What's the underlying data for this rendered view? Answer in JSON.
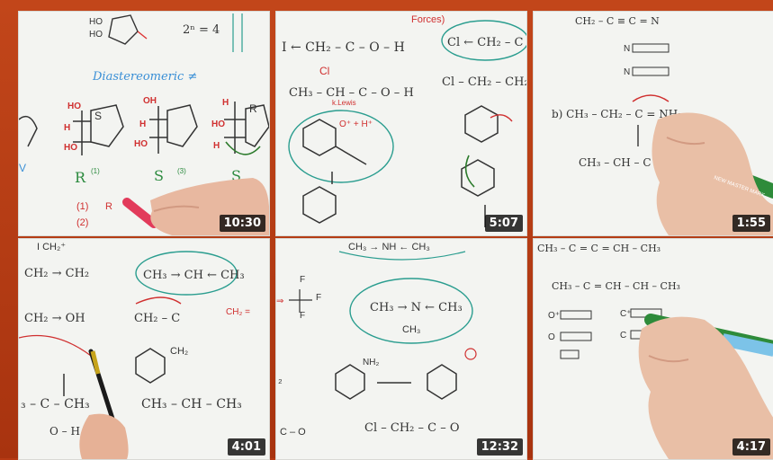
{
  "videos": [
    {
      "duration": "10:30",
      "texts": {
        "topleft": "HO",
        "topleft2": "HO",
        "eq": "2ⁿ = 4",
        "title": "Diastereomeric ≠",
        "r1": "R",
        "r1sup": "(1)",
        "s2": "S",
        "s2sup": "(3)",
        "s3": "S",
        "note1": "(1)",
        "note1b": "R",
        "note2": "(2)"
      }
    },
    {
      "duration": "5:07",
      "texts": {
        "top": "Forces)",
        "l1": "I ← CH₂ – C – O – H",
        "l2": "Cl ← CH₂ – C – O",
        "l3": "CH₃ – CH – C – O – H",
        "l3b": "Cl",
        "l4": "Cl – CH₂ – CH₂",
        "small": "k.Lewis"
      }
    },
    {
      "duration": "1:55",
      "texts": {
        "l1": "CH₂ – C ≡ C = N",
        "box1": "N",
        "box2": "N",
        "l2": "b)  CH₃ – CH₂ – C = NH₂",
        "l3": "CH₃ – CH – C",
        "brand": "NEW MASTER MARK"
      }
    },
    {
      "duration": "4:01",
      "texts": {
        "top": "I     CH₂⁺",
        "l1": "CH₂ → CH₂",
        "l2": "CH₃ → CH ← CH₃",
        "l3": "CH₂ → OH",
        "l4": "CH₂ – C",
        "l5": "CH₂",
        "l6": "CH₃ – CH – CH₃",
        "l7": "₃ – C – CH₃",
        "l8": "O – H"
      }
    },
    {
      "duration": "12:32",
      "texts": {
        "top": "CH₃ → NH ← CH₃",
        "f1": "F",
        "f2": "F",
        "f3": "F",
        "l1": "CH₃ → N ← CH₃",
        "l1b": "CH₃",
        "l2": "NH₂",
        "l3": "Cl – CH₂ – C – O",
        "l4": "C – O"
      }
    },
    {
      "duration": "4:17",
      "texts": {
        "l1": "CH₃ – C = C = CH – CH₃",
        "l2": "CH₃ – C = CH – CH – CH₃",
        "o1": "O⁺",
        "o2": "C⁺",
        "o3": "O",
        "o4": "C"
      }
    }
  ]
}
